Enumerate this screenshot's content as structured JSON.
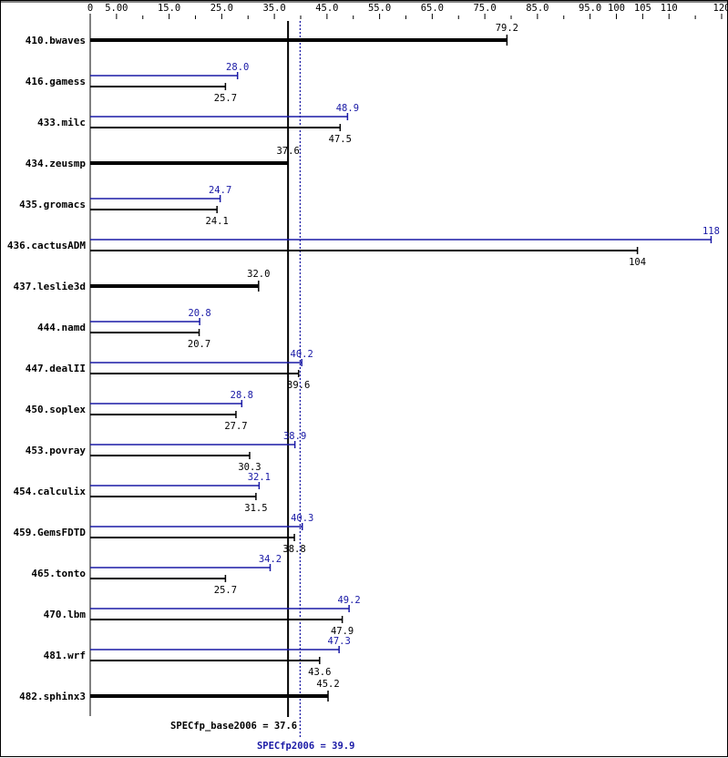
{
  "chart_data": {
    "type": "bar",
    "orientation": "horizontal",
    "xlim": [
      0,
      120
    ],
    "x_tick_labels": [
      "0",
      "5.00",
      "15.0",
      "25.0",
      "35.0",
      "45.0",
      "55.0",
      "65.0",
      "75.0",
      "85.0",
      "95.0",
      "100",
      "105",
      "110",
      "120"
    ],
    "x_tick_values": [
      0,
      5,
      15,
      25,
      35,
      45,
      55,
      65,
      75,
      85,
      95,
      100,
      105,
      110,
      120
    ],
    "x_minor_ticks": [
      10,
      20,
      30,
      40,
      50,
      60,
      70,
      80,
      90,
      115
    ],
    "categories": [
      "410.bwaves",
      "416.gamess",
      "433.milc",
      "434.zeusmp",
      "435.gromacs",
      "436.cactusADM",
      "437.leslie3d",
      "444.namd",
      "447.dealII",
      "450.soplex",
      "453.povray",
      "454.calculix",
      "459.GemsFDTD",
      "465.tonto",
      "470.lbm",
      "481.wrf",
      "482.sphinx3"
    ],
    "series": [
      {
        "name": "base",
        "color": "#000000",
        "values": [
          79.2,
          25.7,
          47.5,
          37.6,
          24.1,
          104,
          32.0,
          20.7,
          39.6,
          27.7,
          30.3,
          31.5,
          38.8,
          25.7,
          47.9,
          43.6,
          45.2
        ],
        "labels": [
          "79.2",
          "25.7",
          "47.5",
          "37.6",
          "24.1",
          "104",
          "32.0",
          "20.7",
          "39.6",
          "27.7",
          "30.3",
          "31.5",
          "38.8",
          "25.7",
          "47.9",
          "43.6",
          "45.2"
        ]
      },
      {
        "name": "peak",
        "color": "#1a1aa6",
        "values": [
          null,
          28.0,
          48.9,
          null,
          24.7,
          118,
          null,
          20.8,
          40.2,
          28.8,
          38.9,
          32.1,
          40.3,
          34.2,
          49.2,
          47.3,
          null
        ],
        "labels": [
          null,
          "28.0",
          "48.9",
          null,
          "24.7",
          "118",
          null,
          "20.8",
          "40.2",
          "28.8",
          "38.9",
          "32.1",
          "40.3",
          "34.2",
          "49.2",
          "47.3",
          null
        ]
      }
    ],
    "reference_lines": [
      {
        "label": "SPECfp_base2006 = 37.6",
        "value": 37.6,
        "color": "#000000",
        "style": "solid"
      },
      {
        "label": "SPECfp2006 = 39.9",
        "value": 39.9,
        "color": "#1a1aa6",
        "style": "dotted"
      }
    ],
    "grid": false
  }
}
